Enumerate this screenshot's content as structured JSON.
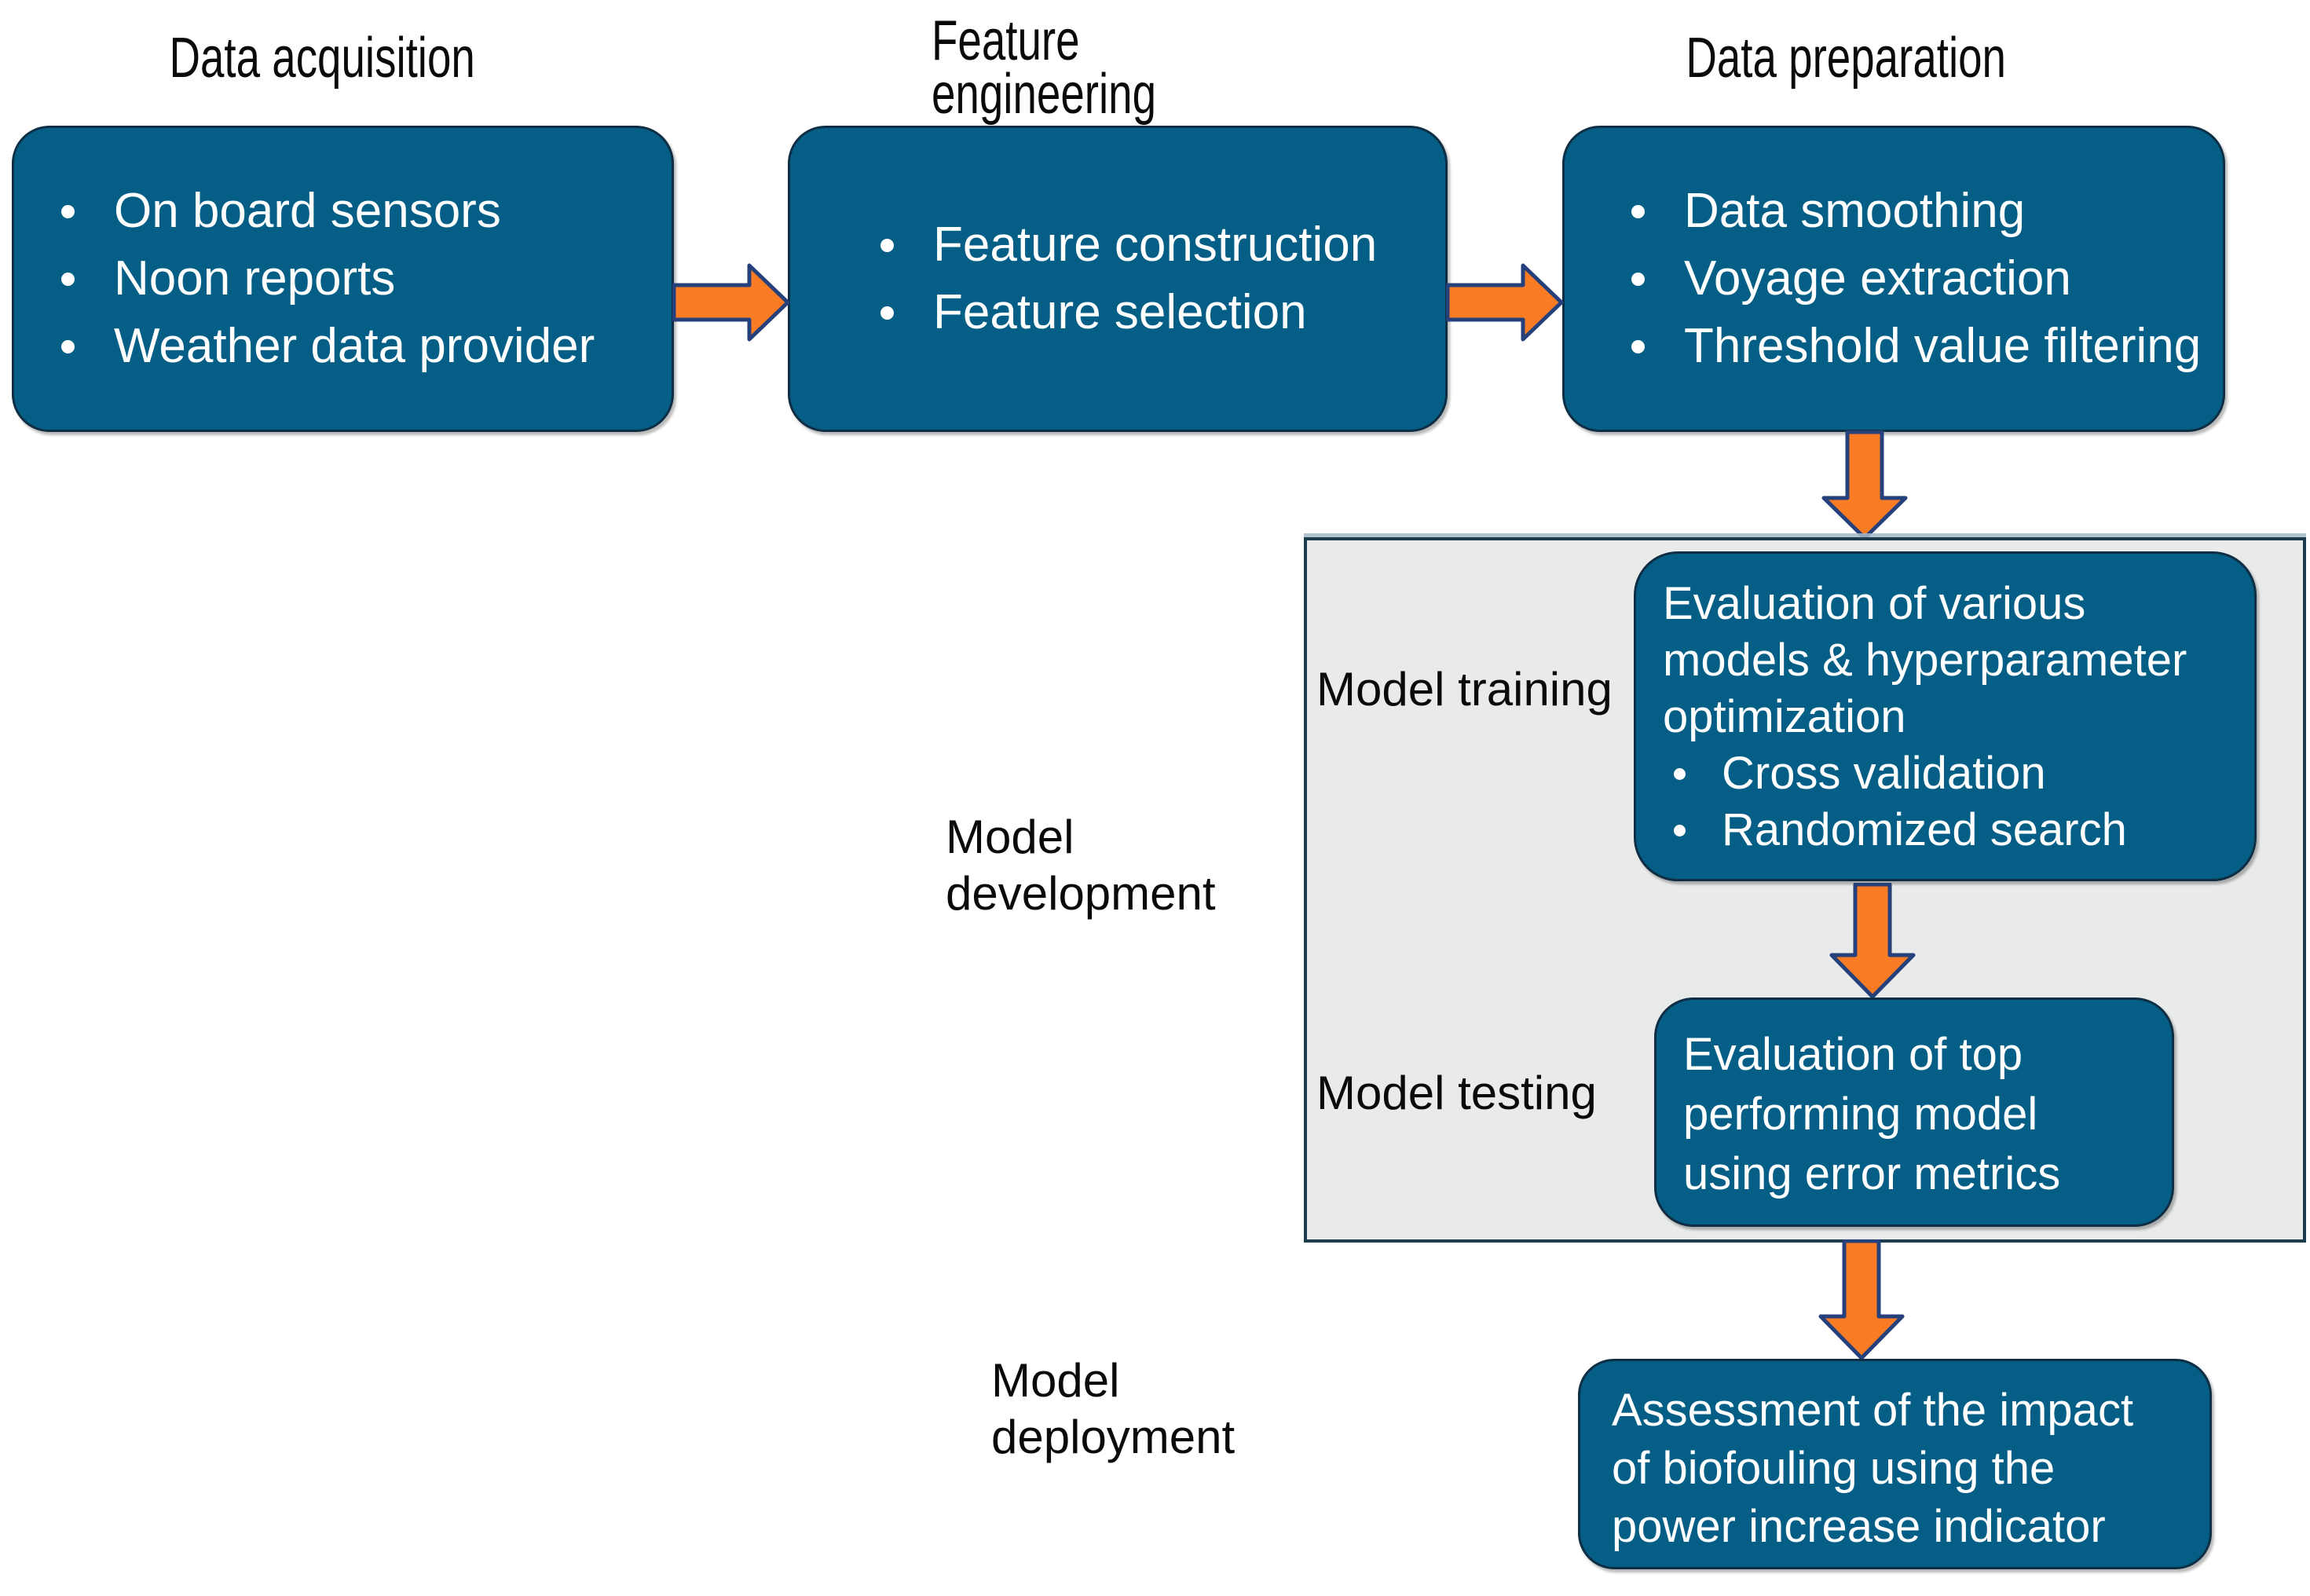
{
  "colors": {
    "box_fill": "#045E86",
    "box_border": "#0D2E44",
    "box_text": "#FFFFFF",
    "container_fill": "#E9EAEA",
    "container_border": "#1C3C4E",
    "arrow_fill": "#F97C24",
    "arrow_stroke": "#26407C",
    "title_color": "#0A0A0A",
    "page_bg": "#FFFFFF"
  },
  "stages": {
    "data_acquisition": {
      "title": "Data acquisition",
      "items": [
        "On board sensors",
        "Noon reports",
        "Weather data provider"
      ]
    },
    "feature_engineering": {
      "title_line1": "Feature",
      "title_line2": "engineering",
      "items": [
        "Feature construction",
        "Feature selection"
      ]
    },
    "data_preparation": {
      "title": "Data preparation",
      "items": [
        "Data smoothing",
        "Voyage extraction",
        "Threshold value filtering"
      ]
    },
    "model_development": {
      "label_line1": "Model",
      "label_line2": "development",
      "model_training": {
        "label": "Model training",
        "lines": [
          "Evaluation of various",
          "models & hyperparameter",
          "optimization"
        ],
        "items": [
          "Cross validation",
          "Randomized search"
        ]
      },
      "model_testing": {
        "label": "Model testing",
        "lines": [
          "Evaluation of top",
          "performing model",
          "using error metrics"
        ]
      }
    },
    "model_deployment": {
      "label_line1": "Model",
      "label_line2": "deployment",
      "lines": [
        "Assessment of the impact",
        "of biofouling using the",
        "power increase indicator"
      ]
    }
  }
}
